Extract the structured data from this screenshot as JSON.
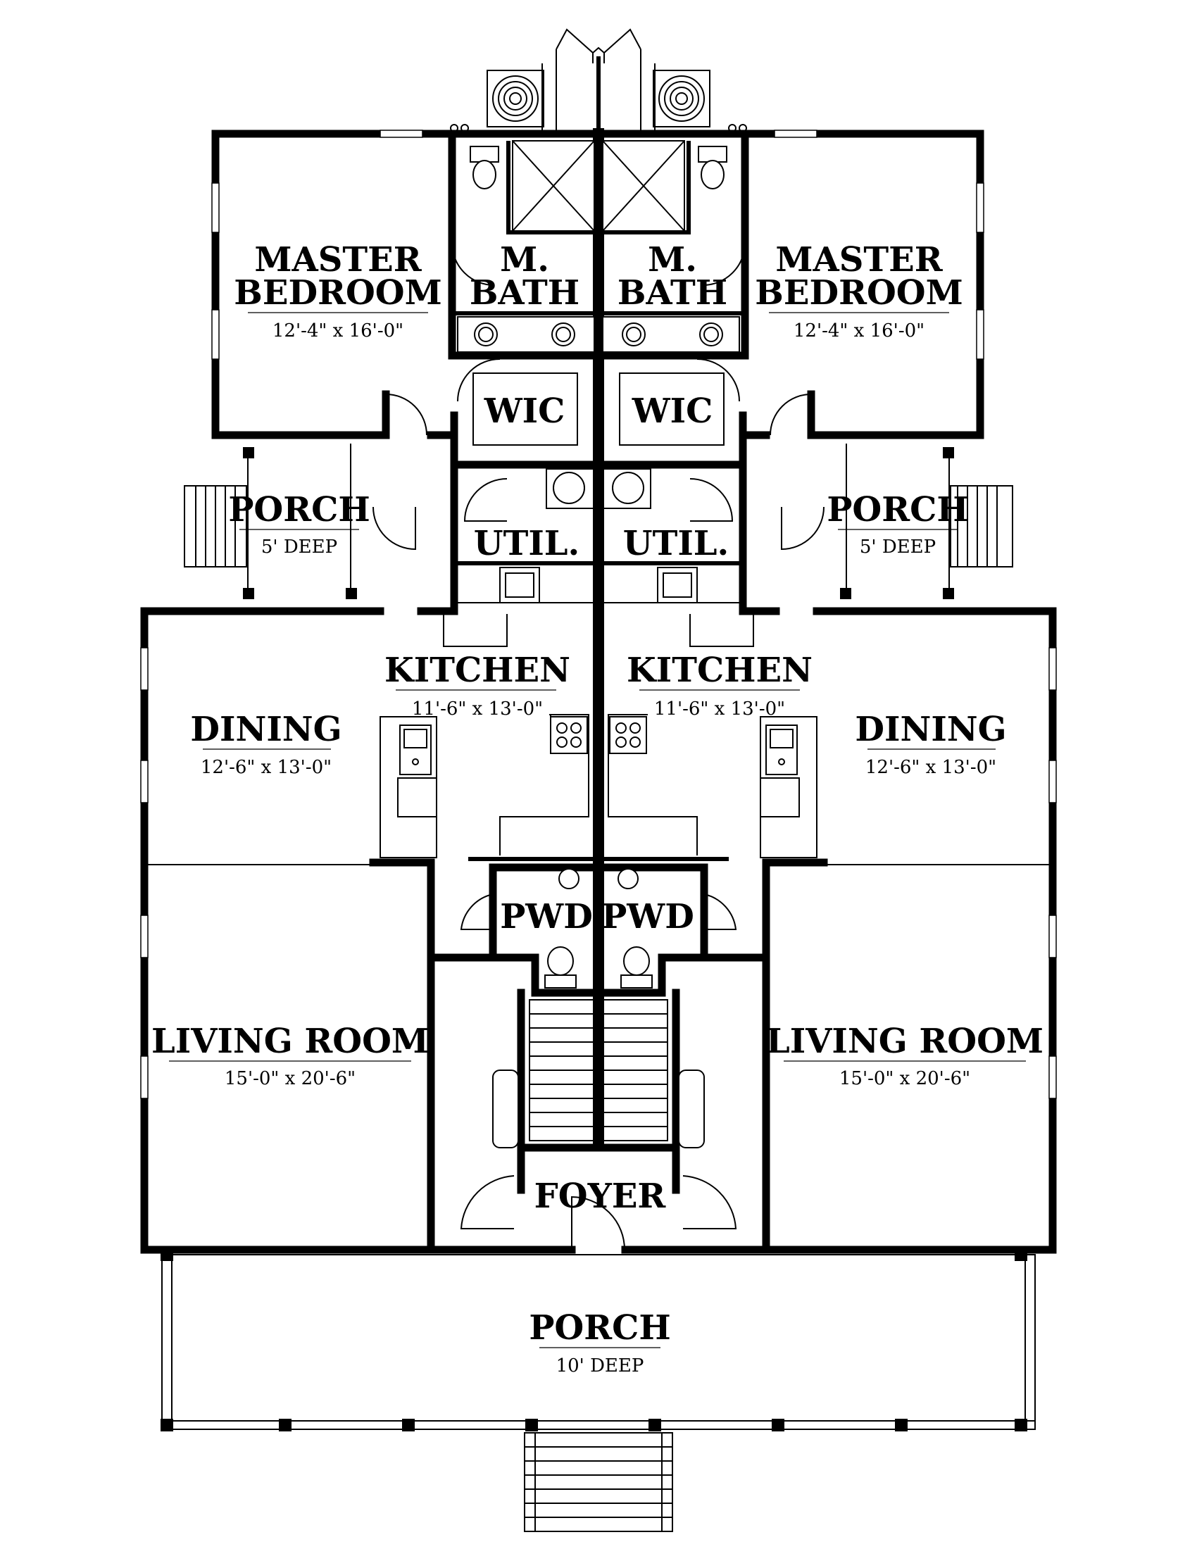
{
  "rooms": {
    "master_left": {
      "name1": "MASTER",
      "name2": "BEDROOM",
      "dims": "12'-4\" x 16'-0\""
    },
    "master_right": {
      "name1": "MASTER",
      "name2": "BEDROOM",
      "dims": "12'-4\" x 16'-0\""
    },
    "bath_left": {
      "name1": "M.",
      "name2": "BATH"
    },
    "bath_right": {
      "name1": "M.",
      "name2": "BATH"
    },
    "wic_left": {
      "name": "WIC"
    },
    "wic_right": {
      "name": "WIC"
    },
    "porch_left": {
      "name": "PORCH",
      "dims": "5' DEEP"
    },
    "porch_right": {
      "name": "PORCH",
      "dims": "5' DEEP"
    },
    "util_left": {
      "name": "UTIL."
    },
    "util_right": {
      "name": "UTIL."
    },
    "kitchen_left": {
      "name": "KITCHEN",
      "dims": "11'-6\" x 13'-0\""
    },
    "kitchen_right": {
      "name": "KITCHEN",
      "dims": "11'-6\" x 13'-0\""
    },
    "dining_left": {
      "name": "DINING",
      "dims": "12'-6\" x 13'-0\""
    },
    "dining_right": {
      "name": "DINING",
      "dims": "12'-6\" x 13'-0\""
    },
    "pwd_left": {
      "name": "PWD"
    },
    "pwd_right": {
      "name": "PWD"
    },
    "living_left": {
      "name": "LIVING ROOM",
      "dims": "15'-0\" x 20'-6\""
    },
    "living_right": {
      "name": "LIVING ROOM",
      "dims": "15'-0\" x 20'-6\""
    },
    "foyer": {
      "name": "FOYER"
    },
    "front_porch": {
      "name": "PORCH",
      "dims": "10' DEEP"
    }
  }
}
